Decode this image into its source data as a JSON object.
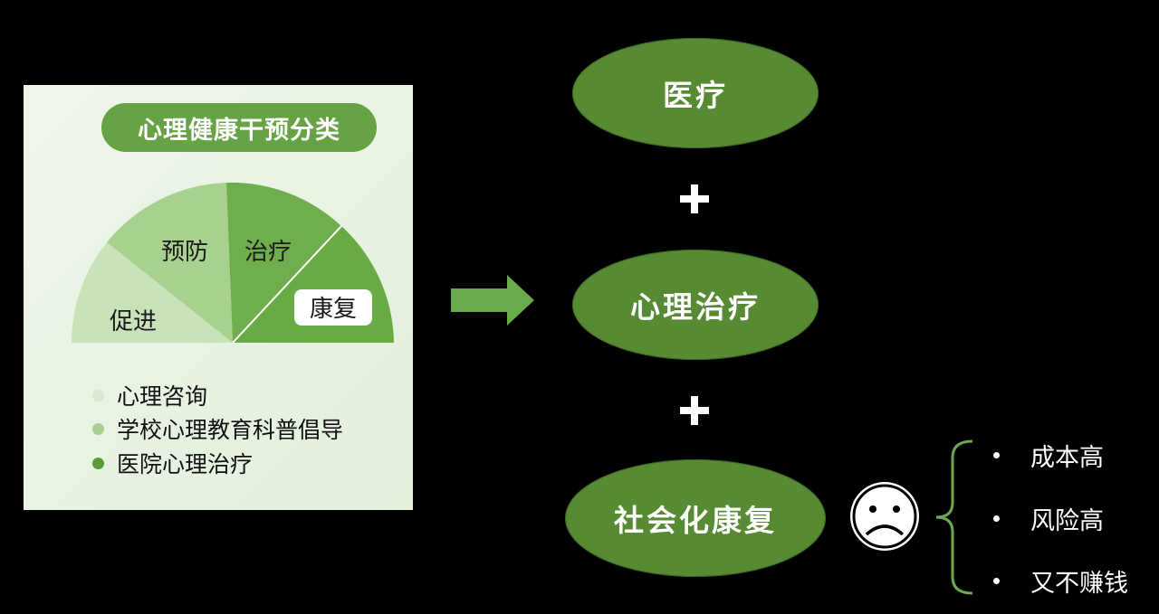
{
  "left_card": {
    "title": "心理健康干预分类",
    "pie_labels": {
      "promotion": "促进",
      "prevention": "预防",
      "treatment": "治疗",
      "rehab": "康复"
    },
    "legend": [
      {
        "label": "心理咨询",
        "color": "#d8e9d0"
      },
      {
        "label": "学校心理教育科普倡导",
        "color": "#a8cf92"
      },
      {
        "label": "医院心理治疗",
        "color": "#5b9a3c"
      }
    ],
    "colors": {
      "promotion": "#c8e2b9",
      "prevention": "#a8d190",
      "treatment": "#6fae4c",
      "rehab": "#68ab45"
    }
  },
  "flow": {
    "ovals": [
      {
        "label": "医疗"
      },
      {
        "label": "心理治疗"
      },
      {
        "label": "社会化康复"
      }
    ]
  },
  "drawbacks": {
    "icon": "sad-face-icon",
    "items": [
      "成本高",
      "风险高",
      "又不赚钱"
    ],
    "bracket_color": "#6aa84f"
  }
}
